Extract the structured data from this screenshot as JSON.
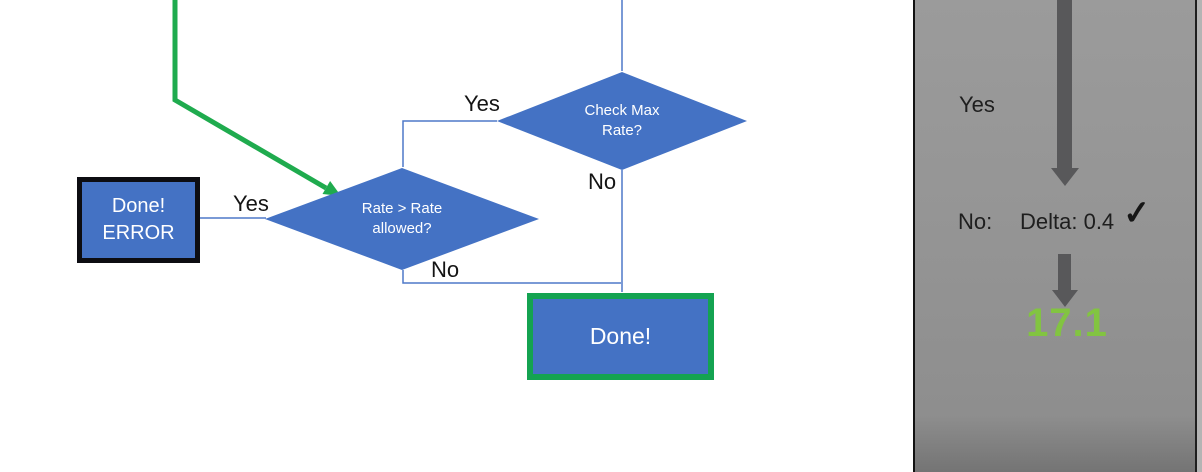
{
  "flowchart": {
    "check_max_decision": {
      "line1": "Check Max",
      "line2": "Rate?"
    },
    "rate_allowed_decision": {
      "line1": "Rate > Rate",
      "line2": "allowed?"
    },
    "done_error_box": {
      "line1": "Done!",
      "line2": "ERROR"
    },
    "done_box": {
      "label": "Done!"
    },
    "labels": {
      "check_max_yes": "Yes",
      "check_max_no": "No",
      "rate_allowed_yes": "Yes",
      "rate_allowed_no": "No"
    }
  },
  "side_panel": {
    "yes_label": "Yes",
    "no_label": "No:",
    "delta_value": "Delta: 0.4",
    "check_mark": "✓",
    "result_value": "17.1"
  },
  "colors": {
    "shape_blue": "#4472C4",
    "outline_green": "#14A351",
    "connector_green": "#1FAB4E",
    "result_green": "#82C441",
    "arrow_gray": "#58585A",
    "connector_blue": "#4E79C9",
    "panel_gray": "#949494"
  }
}
